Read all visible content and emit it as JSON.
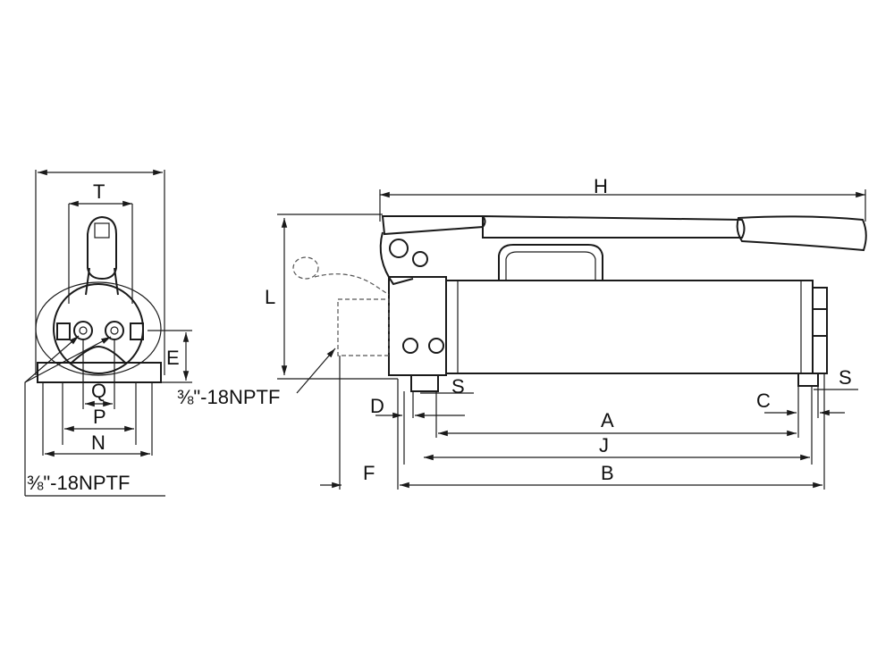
{
  "labels": {
    "H": "H",
    "T": "T",
    "L": "L",
    "E": "E",
    "Q": "Q",
    "P": "P",
    "N": "N",
    "S_top": "S",
    "S_right": "S",
    "D": "D",
    "C": "C",
    "A": "A",
    "J": "J",
    "F": "F",
    "B": "B",
    "thread_front": "⅜\"-18NPTF",
    "thread_side": "⅜\"-18NPTF"
  },
  "colors": {
    "line": "#1a1a1a",
    "background": "#ffffff"
  }
}
